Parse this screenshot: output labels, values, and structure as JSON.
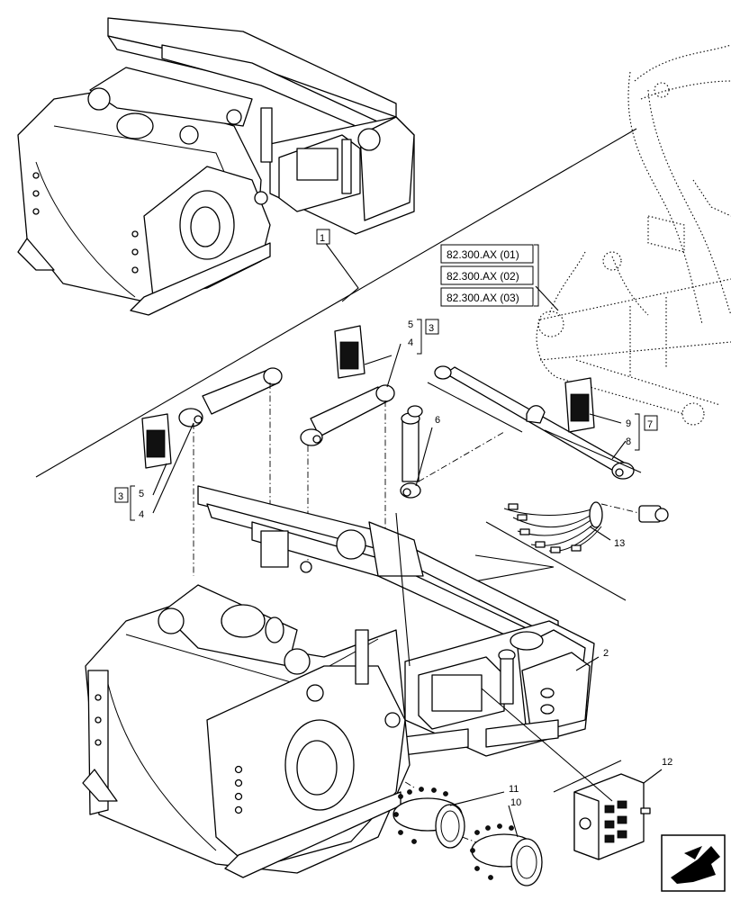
{
  "callouts": {
    "c1": "1",
    "c2": "2",
    "c3a": "3",
    "c3b": "3",
    "c4a": "4",
    "c4b": "4",
    "c5a": "5",
    "c5b": "5",
    "c6": "6",
    "c7": "7",
    "c8": "8",
    "c9": "9",
    "c10": "10",
    "c11": "11",
    "c12": "12",
    "c13": "13"
  },
  "references": [
    "82.300.AX (01)",
    "82.300.AX (02)",
    "82.300.AX (03)"
  ],
  "nav_icon": "arrow-navigation-icon"
}
